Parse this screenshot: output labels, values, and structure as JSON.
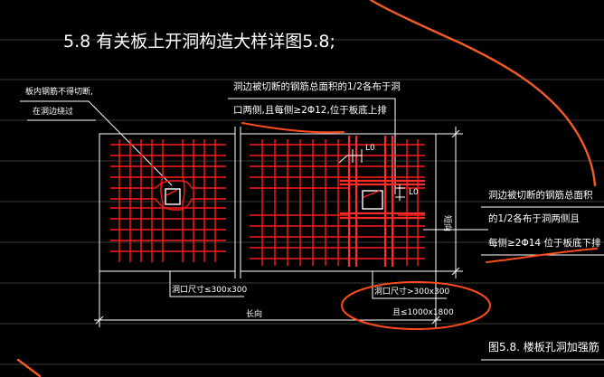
{
  "header": {
    "title": "5.8 有关板上开洞构造大样详图5.8;"
  },
  "notes": {
    "top_left_1": "板内钢筋不得切断,",
    "top_left_2": "在洞边绕过",
    "top_center_1": "洞边被切断的钢筋总面积的1/2各布于洞",
    "top_center_2": "口两侧,且每侧≥2Φ12,位于板底上排",
    "right_1": "洞边被切断的钢筋总面积",
    "right_2": "的1/2各布于洞两侧且",
    "right_3": "每侧≥2Φ14 位于板底下排"
  },
  "dimensions": {
    "hole_small": "洞口尺寸≤300x300",
    "hole_large": "洞口尺寸>300x300",
    "limit": "且≤1000x1800",
    "length": "长向",
    "width": "短向",
    "l0_top": "L0",
    "l0_side": "L0"
  },
  "caption": "图5.8. 楼板孔洞加强筋",
  "colors": {
    "rebar": "#ff1a1a",
    "annotation": "#ff4a1c",
    "linework": "#ffffff",
    "background": "#000000"
  }
}
